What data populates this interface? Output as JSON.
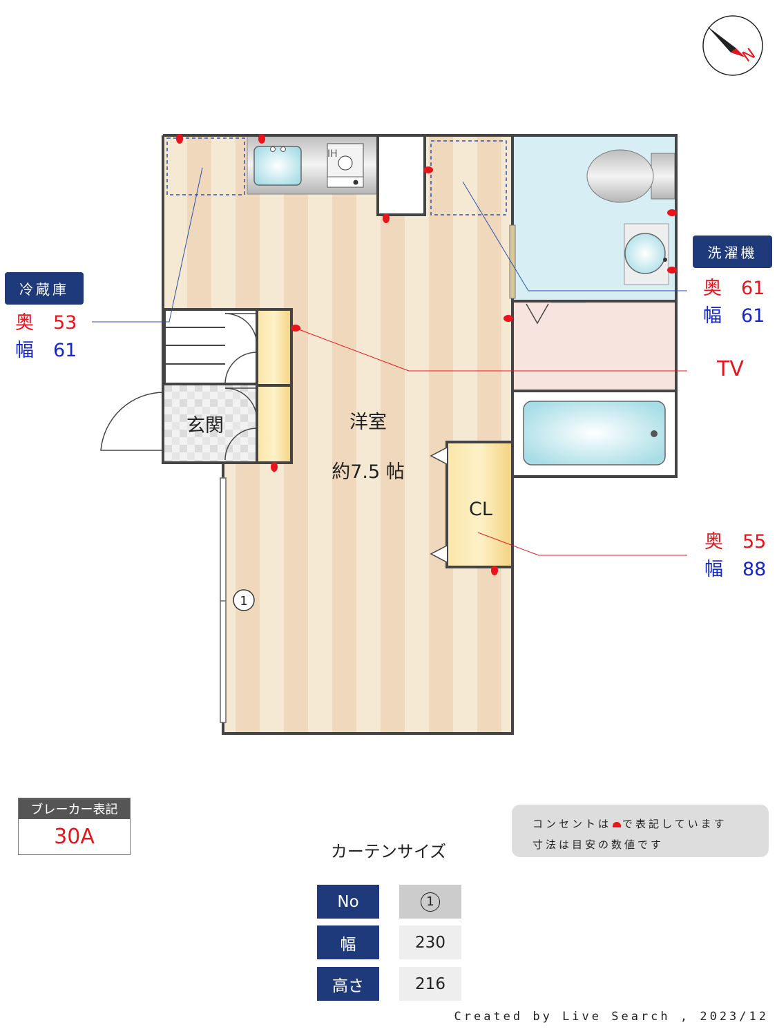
{
  "rooms": {
    "main_room_name": "洋室",
    "main_room_size": "約7.5 帖",
    "entrance": "玄関",
    "closet": "CL",
    "ih_label": "IH",
    "curtain_marker": "1"
  },
  "compass": {
    "label": "N"
  },
  "fridge": {
    "tag": "冷蔵庫",
    "depth_label": "奥",
    "depth": "53",
    "width_label": "幅",
    "width": "61"
  },
  "washer": {
    "tag": "洗濯機",
    "depth_label": "奥",
    "depth": "61",
    "width_label": "幅",
    "width": "61"
  },
  "tv": {
    "label": "TV"
  },
  "closet_dims": {
    "depth_label": "奥",
    "depth": "55",
    "width_label": "幅",
    "width": "88"
  },
  "breaker": {
    "title": "ブレーカー表記",
    "value": "30A"
  },
  "note": {
    "line1_before": "コンセントは",
    "line1_after": "で表記しています",
    "line2": "寸法は目安の数値です"
  },
  "curtain": {
    "title": "カーテンサイズ",
    "rows": [
      {
        "header": "No",
        "value": "1"
      },
      {
        "header": "幅",
        "value": "230"
      },
      {
        "header": "高さ",
        "value": "216"
      }
    ]
  },
  "credit": "Created by Live Search , 2023/12",
  "colors": {
    "outlet": "#e8141b",
    "tag_bg": "#1f3a7a",
    "floor_a": "#f6e9d4",
    "floor_b": "#f0d8bd",
    "wall": "#444444"
  }
}
